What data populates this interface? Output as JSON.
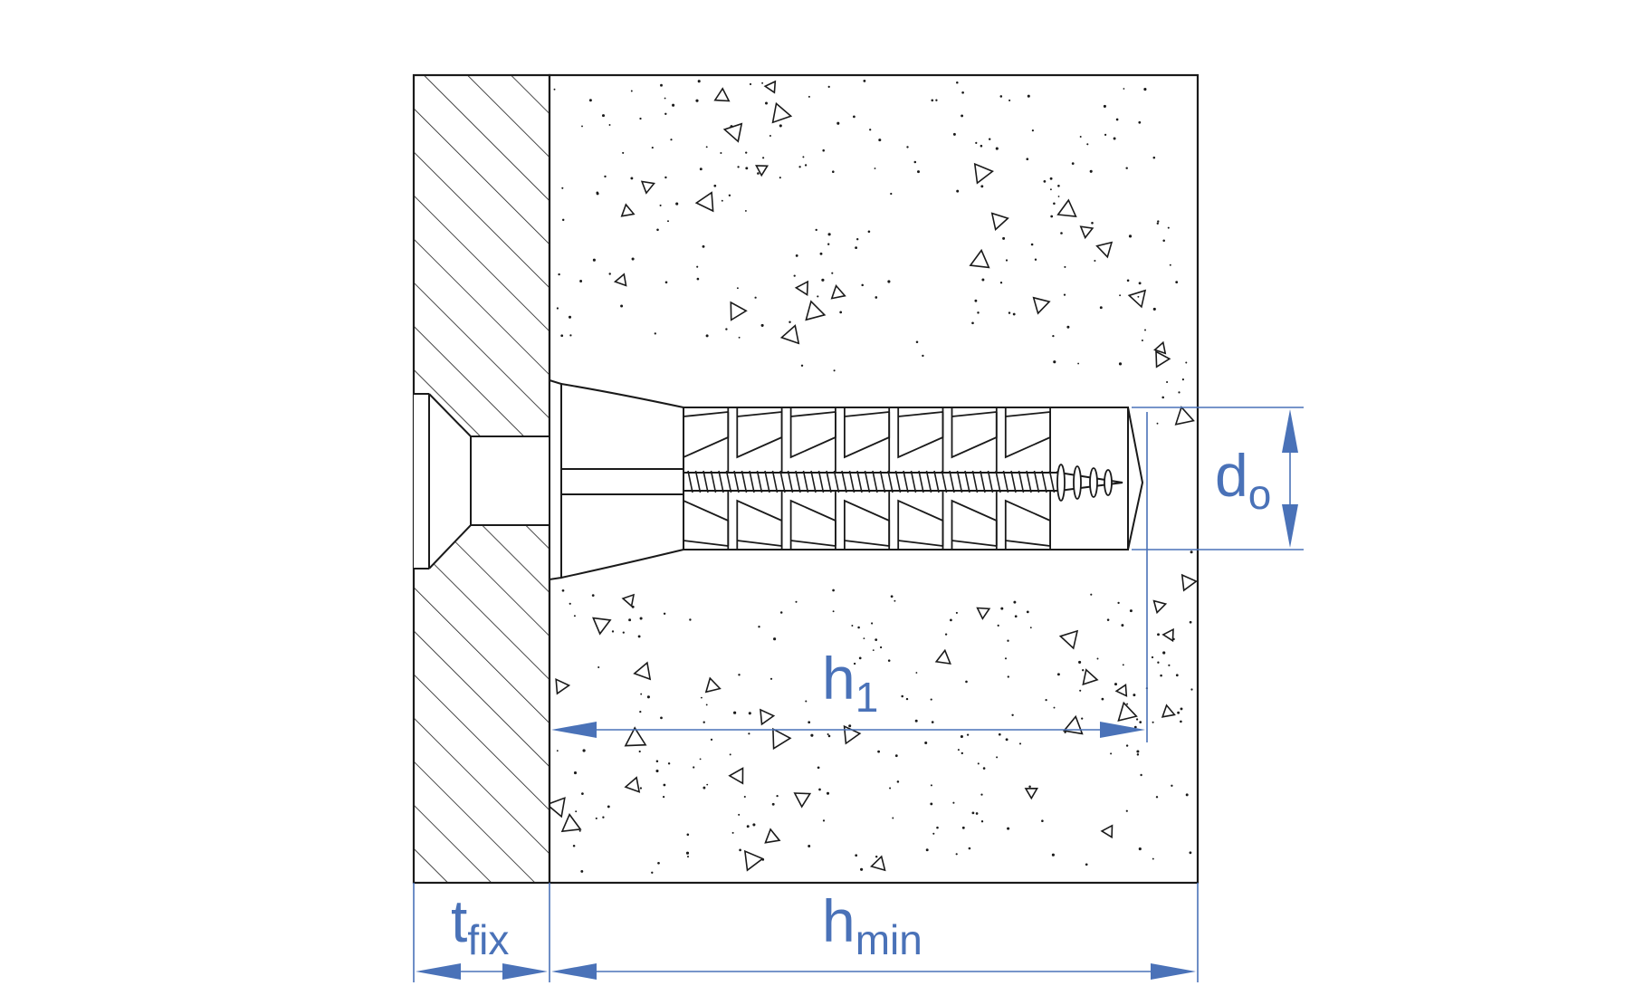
{
  "diagram": {
    "colors": {
      "line": "#1a1a1a",
      "dimension": "#4a72b8",
      "background": "#ffffff"
    },
    "labels": {
      "d0": {
        "main": "d",
        "sub": "o"
      },
      "h1": {
        "main": "h",
        "sub": "1"
      },
      "tfix": {
        "main": "t",
        "sub": "fix"
      },
      "hmin": {
        "main": "h",
        "sub": "min"
      }
    }
  }
}
